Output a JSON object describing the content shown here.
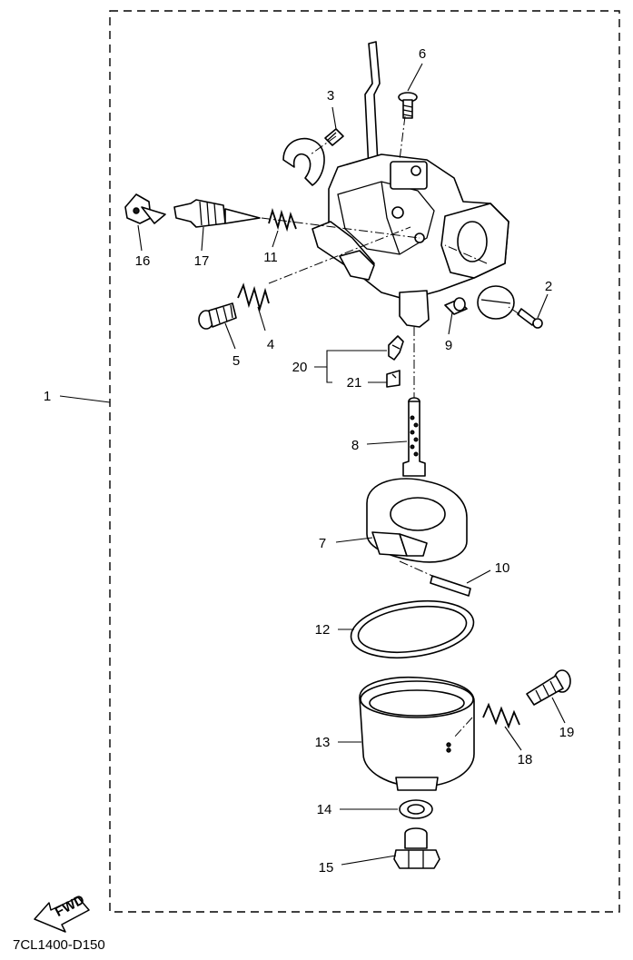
{
  "diagram_code": "7CL1400-D150",
  "fwd_label": "FWD",
  "callouts": {
    "c1": "1",
    "c2": "2",
    "c3": "3",
    "c4": "4",
    "c5": "5",
    "c6": "6",
    "c7": "7",
    "c8": "8",
    "c9": "9",
    "c10": "10",
    "c11": "11",
    "c12": "12",
    "c13": "13",
    "c14": "14",
    "c15": "15",
    "c16": "16",
    "c17": "17",
    "c18": "18",
    "c19": "19",
    "c20": "20",
    "c21": "21"
  }
}
